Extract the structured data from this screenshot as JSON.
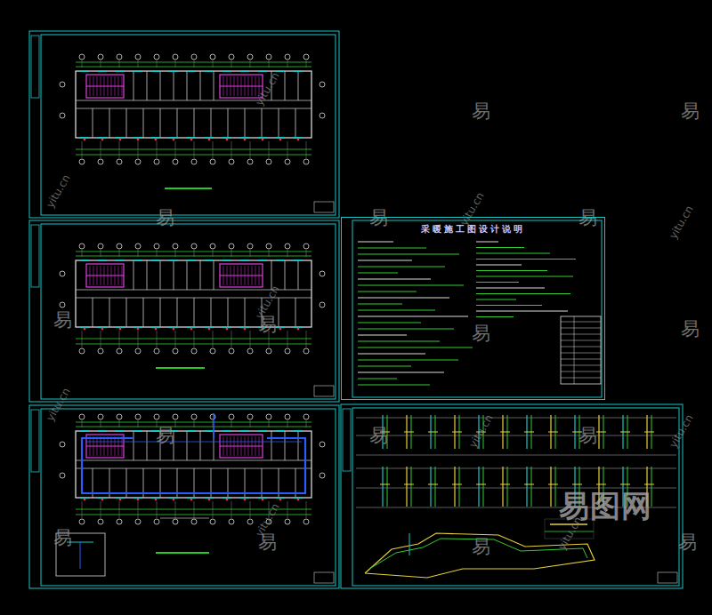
{
  "diagram": {
    "nodes": [
      {
        "text": [
          "采暖施工图设计说明"
        ]
      }
    ],
    "labels": [
      "易",
      "易",
      "易",
      "易",
      "易",
      "易",
      "易",
      "易",
      "易",
      "易",
      "易",
      "易",
      "易",
      "易",
      "易",
      "易",
      "yitu.cn",
      "yitu.cn",
      "yitu.cn",
      "yitu.cn",
      "yitu.cn",
      "yitu.cn",
      "yitu.cn",
      "yitu.cn",
      "yitu.cn",
      "yitu.cn",
      "易图网"
    ]
  }
}
